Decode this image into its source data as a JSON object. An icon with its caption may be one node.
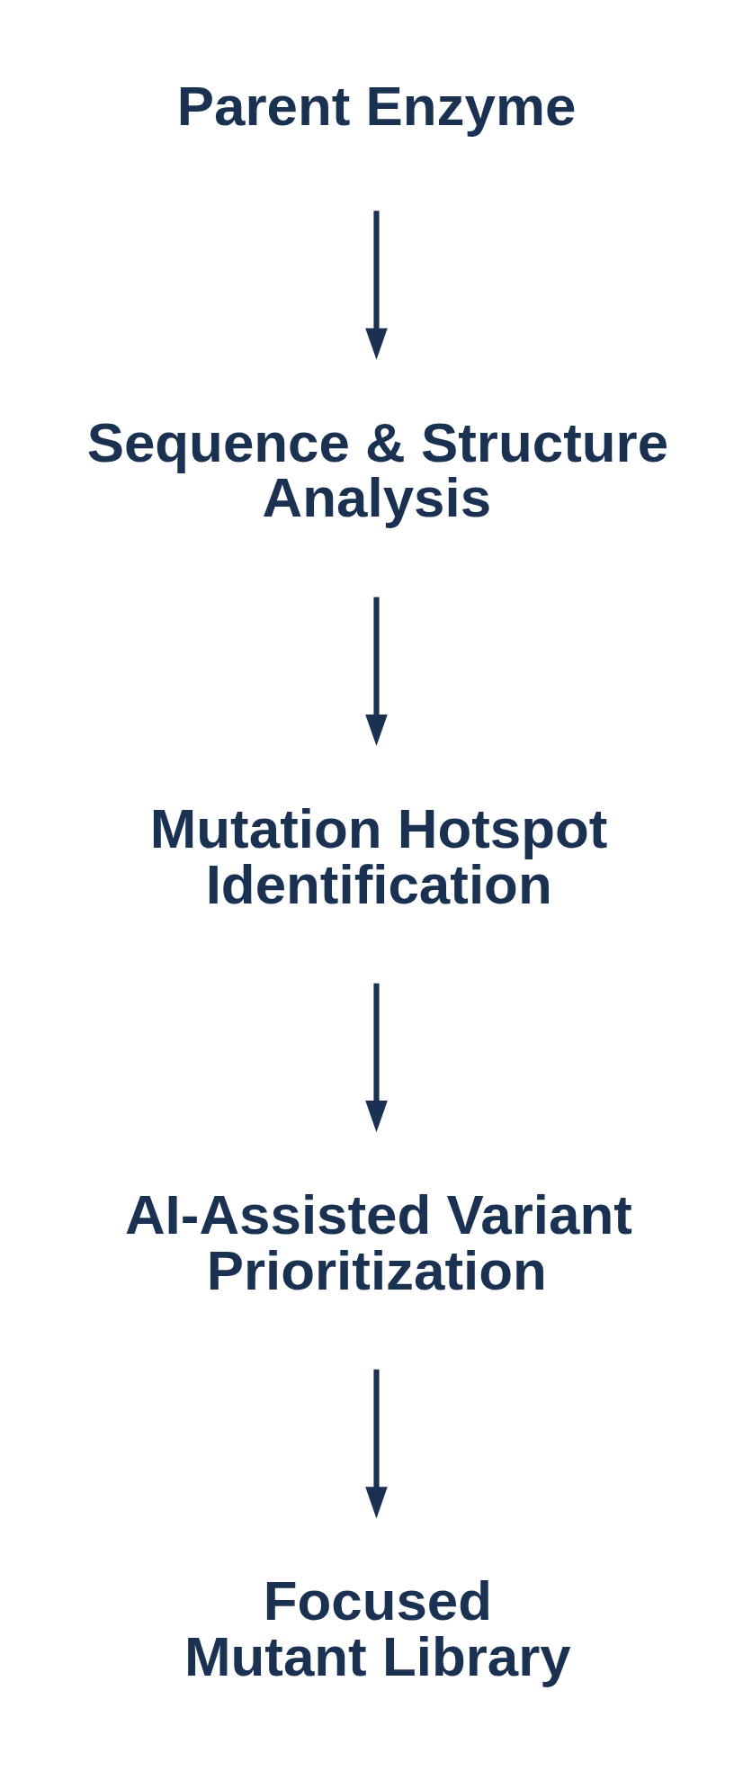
{
  "diagram": {
    "nodes": [
      {
        "text": [
          "Parent Enzyme"
        ]
      },
      {
        "text": [
          "Sequence & Structure Analysis"
        ]
      },
      {
        "text": [
          "Mutation Hotspot Identification"
        ]
      },
      {
        "text": [
          "AI-Assisted Variant Prioritization"
        ]
      },
      {
        "text": [
          "Focused Mutant Library"
        ]
      }
    ],
    "edges": [
      {
        "from": 0,
        "to": 1,
        "arrow": "to"
      },
      {
        "from": 1,
        "to": 2,
        "arrow": "to"
      },
      {
        "from": 2,
        "to": 3,
        "arrow": "to"
      },
      {
        "from": 3,
        "to": 4,
        "arrow": "to"
      }
    ]
  }
}
